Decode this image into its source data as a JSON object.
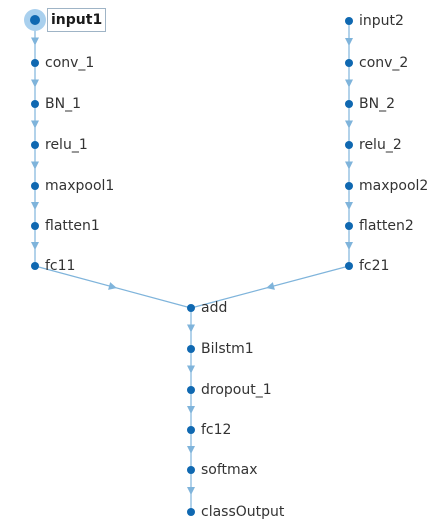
{
  "diagram": {
    "accent_color": "#0f68b1",
    "edge_color": "#7fb4db",
    "nodes": [
      {
        "id": "input1",
        "label": "input1",
        "selected": true
      },
      {
        "id": "conv_1",
        "label": "conv_1"
      },
      {
        "id": "BN_1",
        "label": "BN_1"
      },
      {
        "id": "relu_1",
        "label": "relu_1"
      },
      {
        "id": "maxpool1",
        "label": "maxpool1"
      },
      {
        "id": "flatten1",
        "label": "flatten1"
      },
      {
        "id": "fc11",
        "label": "fc11"
      },
      {
        "id": "input2",
        "label": "input2"
      },
      {
        "id": "conv_2",
        "label": "conv_2"
      },
      {
        "id": "BN_2",
        "label": "BN_2"
      },
      {
        "id": "relu_2",
        "label": "relu_2"
      },
      {
        "id": "maxpool2",
        "label": "maxpool2"
      },
      {
        "id": "flatten2",
        "label": "flatten2"
      },
      {
        "id": "fc21",
        "label": "fc21"
      },
      {
        "id": "add",
        "label": "add"
      },
      {
        "id": "Bilstm1",
        "label": "Bilstm1"
      },
      {
        "id": "dropout_1",
        "label": "dropout_1"
      },
      {
        "id": "fc12",
        "label": "fc12"
      },
      {
        "id": "softmax",
        "label": "softmax"
      },
      {
        "id": "classOutput",
        "label": "classOutput"
      }
    ],
    "edges": [
      [
        "input1",
        "conv_1"
      ],
      [
        "conv_1",
        "BN_1"
      ],
      [
        "BN_1",
        "relu_1"
      ],
      [
        "relu_1",
        "maxpool1"
      ],
      [
        "maxpool1",
        "flatten1"
      ],
      [
        "flatten1",
        "fc11"
      ],
      [
        "input2",
        "conv_2"
      ],
      [
        "conv_2",
        "BN_2"
      ],
      [
        "BN_2",
        "relu_2"
      ],
      [
        "relu_2",
        "maxpool2"
      ],
      [
        "maxpool2",
        "flatten2"
      ],
      [
        "flatten2",
        "fc21"
      ],
      [
        "fc11",
        "add"
      ],
      [
        "fc21",
        "add"
      ],
      [
        "add",
        "Bilstm1"
      ],
      [
        "Bilstm1",
        "dropout_1"
      ],
      [
        "dropout_1",
        "fc12"
      ],
      [
        "fc12",
        "softmax"
      ],
      [
        "softmax",
        "classOutput"
      ]
    ]
  }
}
